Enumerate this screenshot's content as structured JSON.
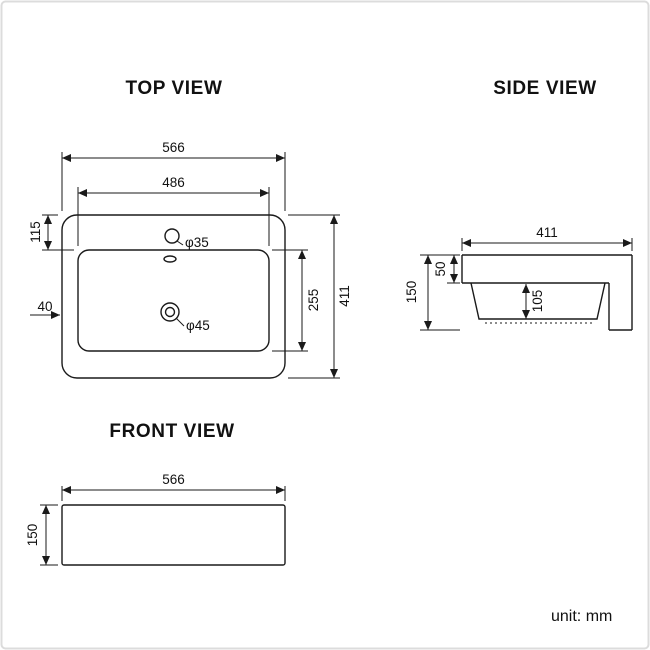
{
  "titles": {
    "top": "TOP VIEW",
    "side": "SIDE VIEW",
    "front": "FRONT VIEW"
  },
  "unit_label": "unit: mm",
  "top_view": {
    "overall_width": "566",
    "basin_width": "486",
    "deck_offset": "115",
    "rim_thickness": "40",
    "faucet_hole": "φ35",
    "drain_hole": "φ45",
    "basin_depth": "255",
    "overall_depth": "411"
  },
  "side_view": {
    "overall_depth": "411",
    "rim_height": "50",
    "overall_height": "150",
    "bowl_depth": "105"
  },
  "front_view": {
    "overall_width": "566",
    "overall_height": "150"
  }
}
